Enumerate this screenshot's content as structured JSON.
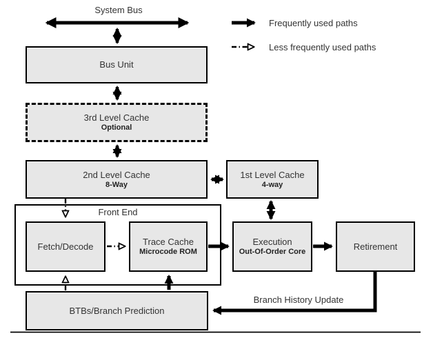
{
  "diagram_title": "System Bus",
  "labels": {
    "system_bus": "System Bus",
    "front_end": "Front End",
    "branch_history": "Branch History Update"
  },
  "legend": {
    "frequent": "Frequently used paths",
    "less_frequent": "Less frequently used paths"
  },
  "boxes": {
    "bus_unit": {
      "title": "Bus Unit"
    },
    "l3_cache": {
      "title": "3rd Level Cache",
      "subtitle": "Optional"
    },
    "l2_cache": {
      "title": "2nd Level Cache",
      "subtitle": "8-Way"
    },
    "l1_cache": {
      "title": "1st Level Cache",
      "subtitle": "4-way"
    },
    "fetch_decode": {
      "title": "Fetch/Decode"
    },
    "trace_cache": {
      "title": "Trace Cache",
      "subtitle": "Microcode ROM"
    },
    "execution": {
      "title": "Execution",
      "subtitle": "Out-Of-Order Core"
    },
    "retirement": {
      "title": "Retirement"
    },
    "btbs": {
      "title": "BTBs/Branch Prediction"
    }
  },
  "connections": {
    "system_bus_to_bus_unit": "bidirectional",
    "bus_unit_to_l3": "bidirectional",
    "l3_to_l2": "bidirectional",
    "l2_to_l1": "bidirectional",
    "l1_to_execution": "bidirectional",
    "l2_to_fetch_decode": "less-frequent",
    "btbs_to_fetch_decode": "less-frequent",
    "fetch_decode_to_trace_cache": "less-frequent",
    "btbs_to_trace_cache": "frequent",
    "trace_cache_to_execution": "frequent",
    "execution_to_retirement": "frequent",
    "retirement_to_btbs": "frequent (Branch History Update)"
  },
  "colors": {
    "box_fill": "#e7e7e7",
    "border": "#000000",
    "arrow": "#000000",
    "text": "#333333",
    "background": "#ffffff"
  }
}
